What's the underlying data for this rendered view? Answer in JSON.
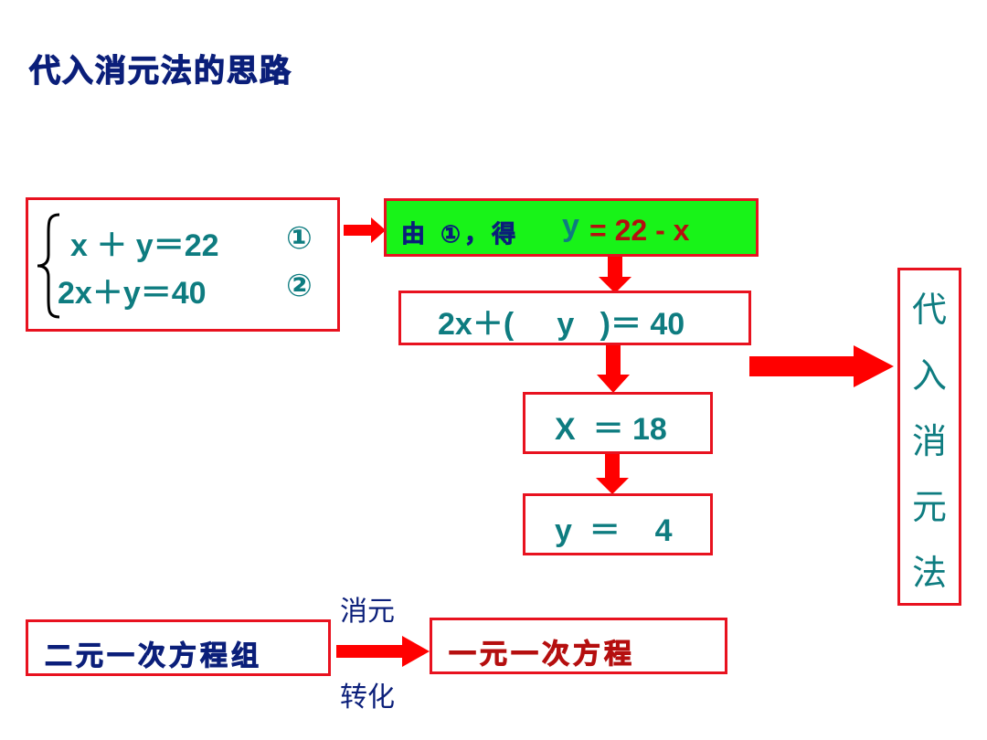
{
  "title": "代入消元法的思路",
  "system": {
    "eq1": "x ＋ y＝22",
    "eq1_mark": "①",
    "eq2": "2x＋y＝40",
    "eq2_mark": "②"
  },
  "step1": {
    "prefix": "由 ①，得",
    "var": "y",
    "rest": "= 22 - x"
  },
  "step2": {
    "text": "2x＋(     y   )＝ 40"
  },
  "step3": {
    "text": "X  ＝ 18"
  },
  "step4": {
    "text": "y  ＝    4"
  },
  "method_vertical": [
    "代",
    "入",
    "消",
    "元",
    "法"
  ],
  "bottom": {
    "left": "二元一次方程组",
    "right": "一元一次方程",
    "arrow_top": "消元",
    "arrow_bottom": "转化"
  },
  "colors": {
    "border": "#e8121f",
    "arrow": "#ff0000",
    "green_fill": "#18f318",
    "teal": "#0e7c80",
    "navy": "#0b1f7a"
  }
}
